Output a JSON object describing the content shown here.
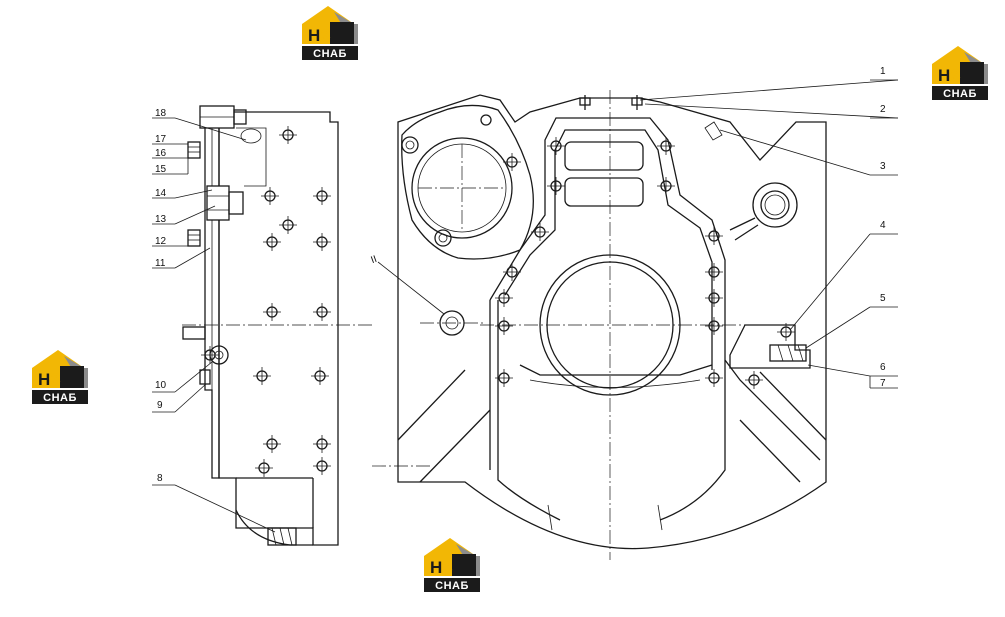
{
  "colors": {
    "line": "#1a1a1a",
    "logo_yellow": "#f2b705",
    "logo_dark": "#1b1b1b",
    "logo_grey": "#8c8c8c",
    "background": "#ffffff"
  },
  "logo": {
    "mark": "НЗ",
    "caption": "СНАБ"
  },
  "callouts": {
    "c1": "1",
    "c2": "2",
    "c3": "3",
    "c4": "4",
    "c5": "5",
    "c6": "6",
    "c7": "7",
    "c8": "8",
    "c9": "9",
    "c10": "10",
    "c11": "11",
    "c12": "12",
    "c13": "13",
    "c14": "14",
    "c15": "15",
    "c16": "16",
    "c17": "17",
    "c18": "18",
    "c19": "II"
  }
}
